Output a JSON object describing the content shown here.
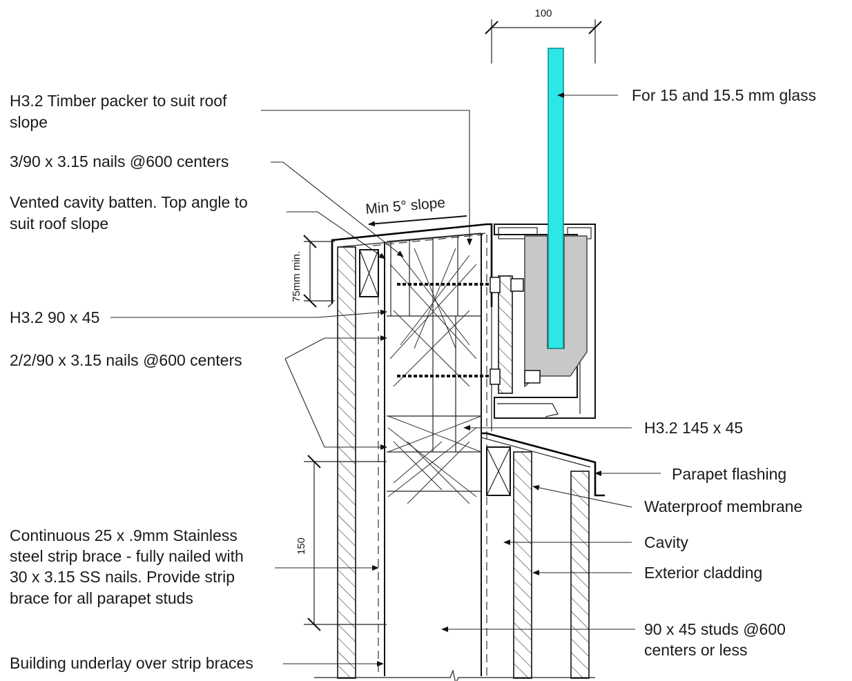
{
  "labels": {
    "timber_packer": [
      "H3.2 Timber packer to suit roof",
      "slope"
    ],
    "nails_3_90": "3/90 x 3.15 nails @600 centers",
    "vented_batten": [
      "Vented cavity batten. Top angle to",
      "suit roof slope"
    ],
    "h32_90x45": "H3.2 90 x 45",
    "nails_2_2_90": "2/2/90 x 3.15 nails @600 centers",
    "strip_brace": [
      "Continuous 25 x .9mm Stainless",
      "steel strip brace - fully nailed with",
      "30 x 3.15 SS nails. Provide strip",
      "brace for all parapet studs"
    ],
    "underlay": "Building underlay over strip braces",
    "glass": "For  15 and 15.5 mm glass",
    "h32_145x45": "H3.2 145 x 45",
    "parapet_flashing": "Parapet flashing",
    "waterproof_membrane": "Waterproof membrane",
    "cavity": "Cavity",
    "exterior_cladding": "Exterior cladding",
    "studs": [
      "90 x 45 studs @600",
      "centers or less"
    ]
  },
  "dimensions": {
    "top_width": "100",
    "min_height": "75mm min.",
    "brace_spacing": "150",
    "slope": "Min 5° slope"
  },
  "colors": {
    "glass": "#2ee6e6",
    "shoe": "#c8c8c8",
    "line": "#111111"
  }
}
